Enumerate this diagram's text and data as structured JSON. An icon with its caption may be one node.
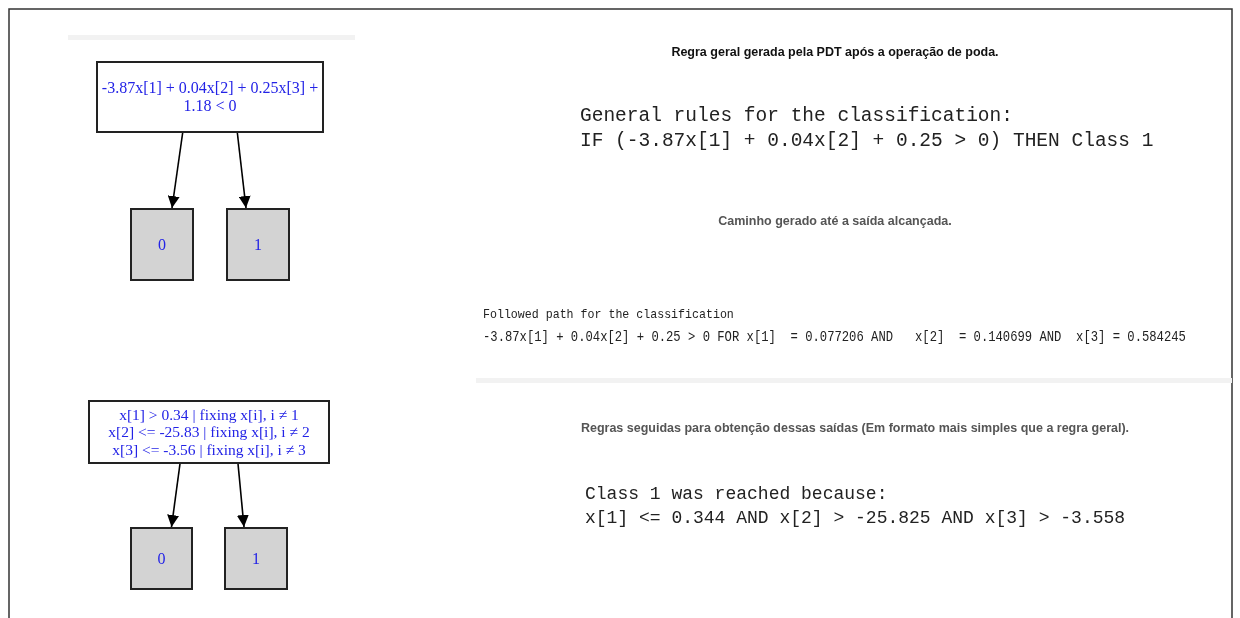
{
  "diagram": {
    "nodes": [
      {
        "text": [
          "-3.87x[1] + 0.04x[2] + 0.25x[3] + 1.18 <  0"
        ]
      },
      {
        "text": [
          "0"
        ]
      },
      {
        "text": [
          "1"
        ]
      },
      {
        "text": [
          "x[1] > 0.34 | fixing x[i], i ≠ 1",
          "x[2] <= -25.83  | fixing x[i], i ≠ 2",
          "x[3] <= -3.56  | fixing x[i], i ≠ 3"
        ]
      },
      {
        "text": [
          "0"
        ]
      },
      {
        "text": [
          "1"
        ]
      }
    ],
    "edges": [
      {
        "from": 0,
        "to": 1,
        "arrow": "to"
      },
      {
        "from": 0,
        "to": 2,
        "arrow": "to"
      },
      {
        "from": 3,
        "to": 4,
        "arrow": "to"
      },
      {
        "from": 3,
        "to": 5,
        "arrow": "to"
      }
    ],
    "labels": [
      "Regra geral gerada pela PDT após a operação de poda.",
      "General rules for the classification:",
      "IF (-3.87x[1] + 0.04x[2] + 0.25 > 0) THEN Class 1",
      "Caminho gerado até a saída alcançada.",
      "Followed path for the classification",
      "-3.87x[1] + 0.04x[2] + 0.25 > 0 FOR x[1]  = 0.077206 AND   x[2]  = 0.140699 AND  x[3] = 0.584245",
      "Regras seguidas para obtenção dessas saídas (Em formato mais simples que a regra geral).",
      "Class 1 was reached because:",
      "x[1] <= 0.344 AND x[2] > -25.825 AND x[3] > -3.558"
    ]
  }
}
